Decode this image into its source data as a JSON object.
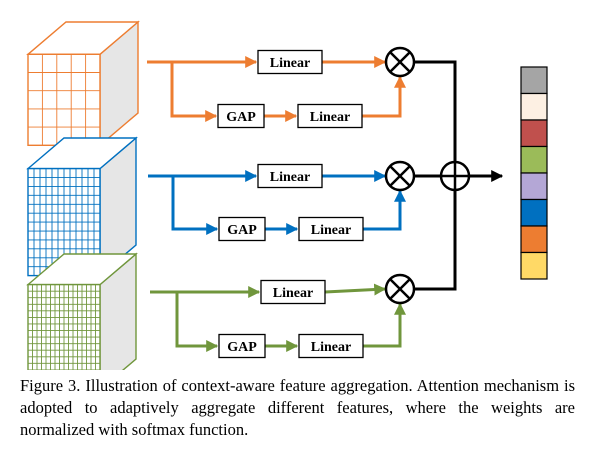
{
  "branches": [
    {
      "color": "#ED7D31",
      "grid_cells": 5,
      "linear_label": "Linear",
      "gap_label": "GAP",
      "gap_linear_label": "Linear"
    },
    {
      "color": "#0070C0",
      "grid_cells": 12,
      "linear_label": "Linear",
      "gap_label": "GAP",
      "gap_linear_label": "Linear"
    },
    {
      "color": "#70963C",
      "grid_cells": 16,
      "linear_label": "Linear",
      "gap_label": "GAP",
      "gap_linear_label": "Linear"
    }
  ],
  "operators": {
    "multiply_icon": "circle-times-icon",
    "sum_icon": "circle-plus-icon"
  },
  "output_vector_colors": [
    "#A5A5A5",
    "#FDF0E3",
    "#C0504D",
    "#9BBB59",
    "#B4A7D6",
    "#0070C0",
    "#ED7D31",
    "#FFD966"
  ],
  "caption": "Figure 3. Illustration of context-aware feature aggregation. Attention mechanism is adopted to adaptively aggregate different features, where the weights are normalized with softmax function."
}
